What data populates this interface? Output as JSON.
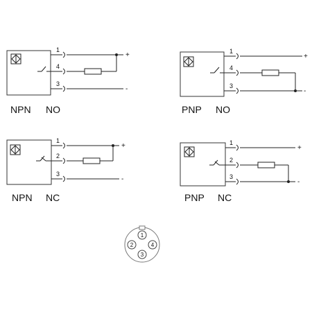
{
  "diagrams": [
    {
      "type": "NPN",
      "mode": "NO",
      "pins": [
        "1",
        "4",
        "3"
      ],
      "polarity": [
        "+",
        "-"
      ]
    },
    {
      "type": "PNP",
      "mode": "NO",
      "pins": [
        "1",
        "4",
        "3"
      ],
      "polarity": [
        "+",
        "-"
      ]
    },
    {
      "type": "NPN",
      "mode": "NC",
      "pins": [
        "1",
        "2",
        "3"
      ],
      "polarity": [
        "+",
        "-"
      ]
    },
    {
      "type": "PNP",
      "mode": "NC",
      "pins": [
        "1",
        "2",
        "3"
      ],
      "polarity": [
        "+",
        "-"
      ]
    }
  ],
  "connector": {
    "pins": [
      "1",
      "2",
      "3",
      "4"
    ]
  }
}
